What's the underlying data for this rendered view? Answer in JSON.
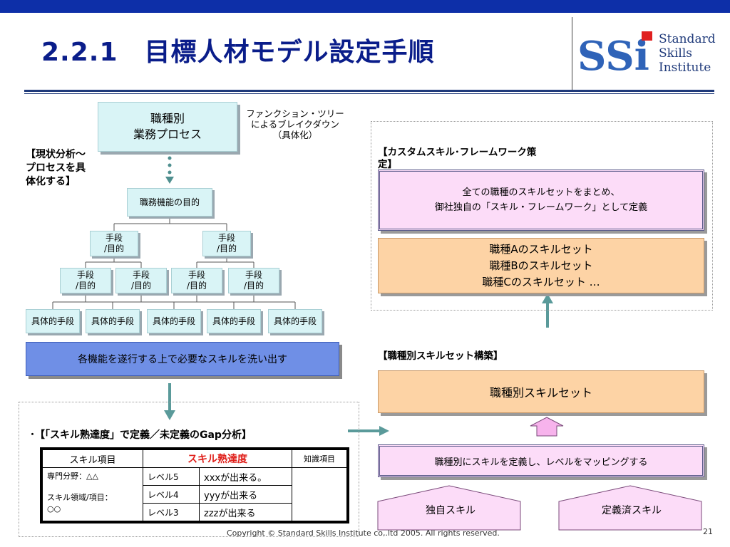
{
  "title": "2.2.1　目標人材モデル設定手順",
  "logo": {
    "letters": "SSi",
    "line1": "Standard",
    "line2": "Skills",
    "line3": "Institute"
  },
  "left": {
    "process_box": [
      "職種別",
      "業務プロセス"
    ],
    "function_tree_note": [
      "ファンクション・ツリー",
      "によるブレイクダウン",
      "（具体化）"
    ],
    "current_analysis_label": [
      "【現状分析～",
      "プロセスを具",
      "体化する】"
    ],
    "purpose_box": "職務機能の目的",
    "means_label": [
      "手段",
      "/目的"
    ],
    "concrete_label": "具体的手段",
    "extract_box": "各機能を遂行する上で必要なスキルを洗い出す"
  },
  "gap": {
    "heading": "･【「スキル熟達度」で定義／未定義のGap分析】",
    "table": {
      "h_skill": "スキル項目",
      "h_level": "スキル熟達度",
      "h_knowledge": "知識項目",
      "field": "専門分野：△△",
      "area": [
        "スキル領域/項目：",
        "○○"
      ],
      "rows": [
        {
          "level": "レベル5",
          "desc": "xxxが出来る。"
        },
        {
          "level": "レベル4",
          "desc": "yyyが出来る"
        },
        {
          "level": "レベル3",
          "desc": "zzzが出来る"
        }
      ]
    }
  },
  "right": {
    "custom_label": [
      "【カスタムスキル･フレームワーク策",
      "定】"
    ],
    "framework_box": [
      "全ての職種のスキルセットをまとめ、",
      "御社独自の「スキル・フレームワーク」として定義"
    ],
    "skillsets": [
      "職種Aのスキルセット",
      "職種Bのスキルセット",
      "職種Cのスキルセット …"
    ],
    "build_label": "【職種別スキルセット構築】",
    "job_skillset_box": "職種別スキルセット",
    "mapping_box": "職種別にスキルを定義し、レベルをマッピングする",
    "own_skill": "独自スキル",
    "defined_skill": "定義済スキル"
  },
  "footer": {
    "copyright": "Copyright © Standard Skills Institute co,.ltd 2005. All rights reserved.",
    "page": "21"
  },
  "colors": {
    "navy": "#0d2fa8",
    "teal_box": "#d9f4f6",
    "pink_box": "#fcdcf8",
    "orange_box": "#fdd3a5",
    "blue_box": "#6f8fe6",
    "red_text": "#e0201b",
    "arrow": "#5a9a9a"
  }
}
